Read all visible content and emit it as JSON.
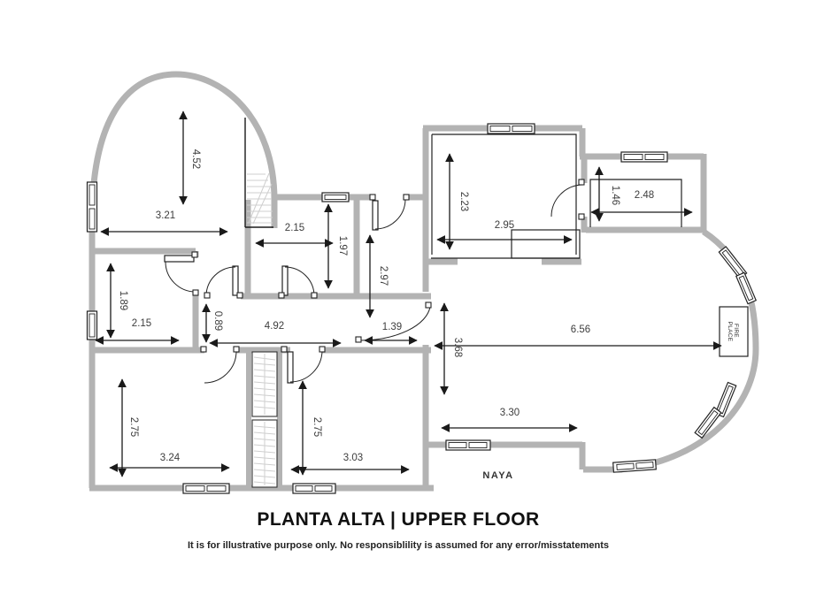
{
  "title": "PLANTA ALTA | UPPER FLOOR",
  "disclaimer": "It is for illustrative purpose only. No responsiblility is assumed for any error/misstatements",
  "labels": {
    "naya": "NAYA",
    "fireplace_line1": "FIRE",
    "fireplace_line2": "PLACE"
  },
  "dims": {
    "arch_room_height": "4.52",
    "arch_room_width": "3.21",
    "mid_room_width": "2.15",
    "mid_room_height": "1.97",
    "corridor_height": "2.97",
    "corridor_width": "1.39",
    "left_room_width": "2.15",
    "left_room_height": "1.89",
    "hall_height": "0.89",
    "hall_width": "4.92",
    "tr_room_height": "2.23",
    "tr_room_width": "2.95",
    "closet_room_height": "1.46",
    "closet_room_width": "2.48",
    "living_width": "6.56",
    "living_height": "3.68",
    "naya_width": "3.30",
    "bl_room_height": "2.75",
    "bl_room_width": "3.24",
    "bm_room_height": "2.75",
    "bm_room_width": "3.03"
  }
}
